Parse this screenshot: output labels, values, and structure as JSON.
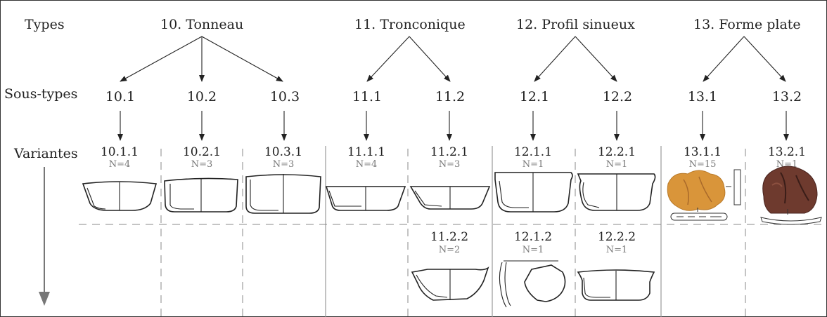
{
  "row_labels": {
    "types": "Types",
    "sous_types": "Sous-types",
    "variantes": "Variantes"
  },
  "types": [
    {
      "id": "10",
      "label": "10. Tonneau"
    },
    {
      "id": "11",
      "label": "11. Tronconique"
    },
    {
      "id": "12",
      "label": "12. Profil sinueux"
    },
    {
      "id": "13",
      "label": "13. Forme plate"
    }
  ],
  "sous_types": [
    "10.1",
    "10.2",
    "10.3",
    "11.1",
    "11.2",
    "12.1",
    "12.2",
    "13.1",
    "13.2"
  ],
  "variantes_row1": [
    {
      "code": "10.1.1",
      "count": "N=4"
    },
    {
      "code": "10.2.1",
      "count": "N=3"
    },
    {
      "code": "10.3.1",
      "count": "N=3"
    },
    {
      "code": "11.1.1",
      "count": "N=4"
    },
    {
      "code": "11.2.1",
      "count": "N=3"
    },
    {
      "code": "12.1.1",
      "count": "N=1"
    },
    {
      "code": "12.2.1",
      "count": "N=1"
    },
    {
      "code": "13.1.1",
      "count": "N=15"
    },
    {
      "code": "13.2.1",
      "count": "N=1"
    }
  ],
  "variantes_row2": [
    {
      "code": "11.2.2",
      "count": "N=2"
    },
    {
      "code": "12.1.2",
      "count": "N=1"
    },
    {
      "code": "12.2.2",
      "count": "N=1"
    }
  ],
  "colors": {
    "line": "#222222",
    "separator": "#999999",
    "dash": "#888888",
    "arrow_grey": "#777777",
    "photo_orange": "#d9953a",
    "photo_brown": "#6e3a2e"
  },
  "icons": [
    "vessel-profile-drawing",
    "sherd-photo"
  ]
}
